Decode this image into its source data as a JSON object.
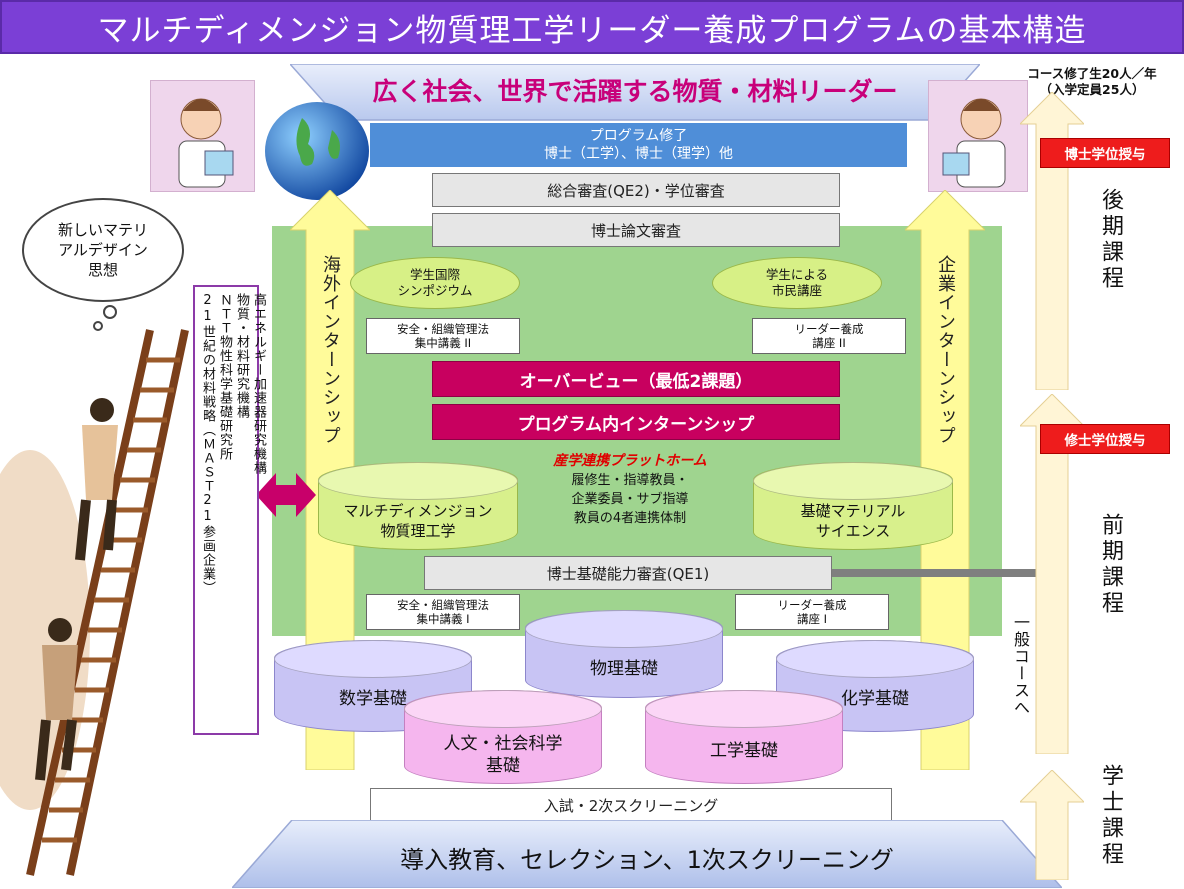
{
  "title": "マルチディメンジョン物質理工学リーダー養成プログラムの基本構造",
  "top_banner": "広く社会、世界で活躍する物質・材料リーダー",
  "course_note": [
    "コース修了生20人／年",
    "（入学定員25人）"
  ],
  "completion": {
    "line1": "プログラム修了",
    "line2": "博士（工学）、博士（理学）他"
  },
  "review_qe2": "総合審査(QE2)・学位審査",
  "thesis_review": "博士論文審査",
  "overseas_internship": "海外インターンシップ",
  "corporate_internship": "企業インターンシップ",
  "intl_symposium": [
    "学生国際",
    "シンポジウム"
  ],
  "citizen_lecture": [
    "学生による",
    "市民講座"
  ],
  "safety_lecture_2": [
    "安全・組織管理法",
    "集中講義 II"
  ],
  "leader_course_2": [
    "リーダー養成",
    "講座 II"
  ],
  "overview": "オーバービュー（最低2課題）",
  "program_internship": "プログラム内インターンシップ",
  "platform": {
    "title": "産学連携プラットホーム",
    "lines": [
      "履修生・指導教員・",
      "企業委員・サブ指導",
      "教員の4者連携体制"
    ]
  },
  "cyl_multi": [
    "マルチディメンジョン",
    "物質理工学"
  ],
  "cyl_basic_material": [
    "基礎マテリアル",
    "サイエンス"
  ],
  "qe1": "博士基礎能力審査(QE1)",
  "safety_lecture_1": [
    "安全・組織管理法",
    "集中講義 I"
  ],
  "leader_course_1": [
    "リーダー養成",
    "講座 I"
  ],
  "cyl_math": "数学基礎",
  "cyl_physics": "物理基礎",
  "cyl_chemistry": "化学基礎",
  "cyl_humanities": [
    "人文・社会科学",
    "基礎"
  ],
  "cyl_engineering": "工学基礎",
  "entrance": "入試・2次スクリーニング",
  "bottom_banner": "導入教育、セレクション、1次スクリーニング",
  "thought_bubble": [
    "新しいマテリ",
    "アルデザイン",
    "思想"
  ],
  "alliance": [
    "高エネルギー加速器研究機構",
    "物質・材料研究機構",
    "ＮＴＴ物性科学基礎研究所",
    "21世紀の材料戦略（ＭＡＳＴ21参画企業）"
  ],
  "doctor_badge": "博士学位授与",
  "master_badge": "修士学位授与",
  "general_course": "一般コースへ",
  "stage_late": "後期課程",
  "stage_early": "前期課程",
  "stage_bachelor": "学士課程",
  "colors": {
    "title_bg": "#7b3fd6",
    "pink": "#c8005f",
    "green": "#9fd48f",
    "yellow": "#fffb9a",
    "blue": "#4f8ed8",
    "red": "#ee1c1c"
  }
}
